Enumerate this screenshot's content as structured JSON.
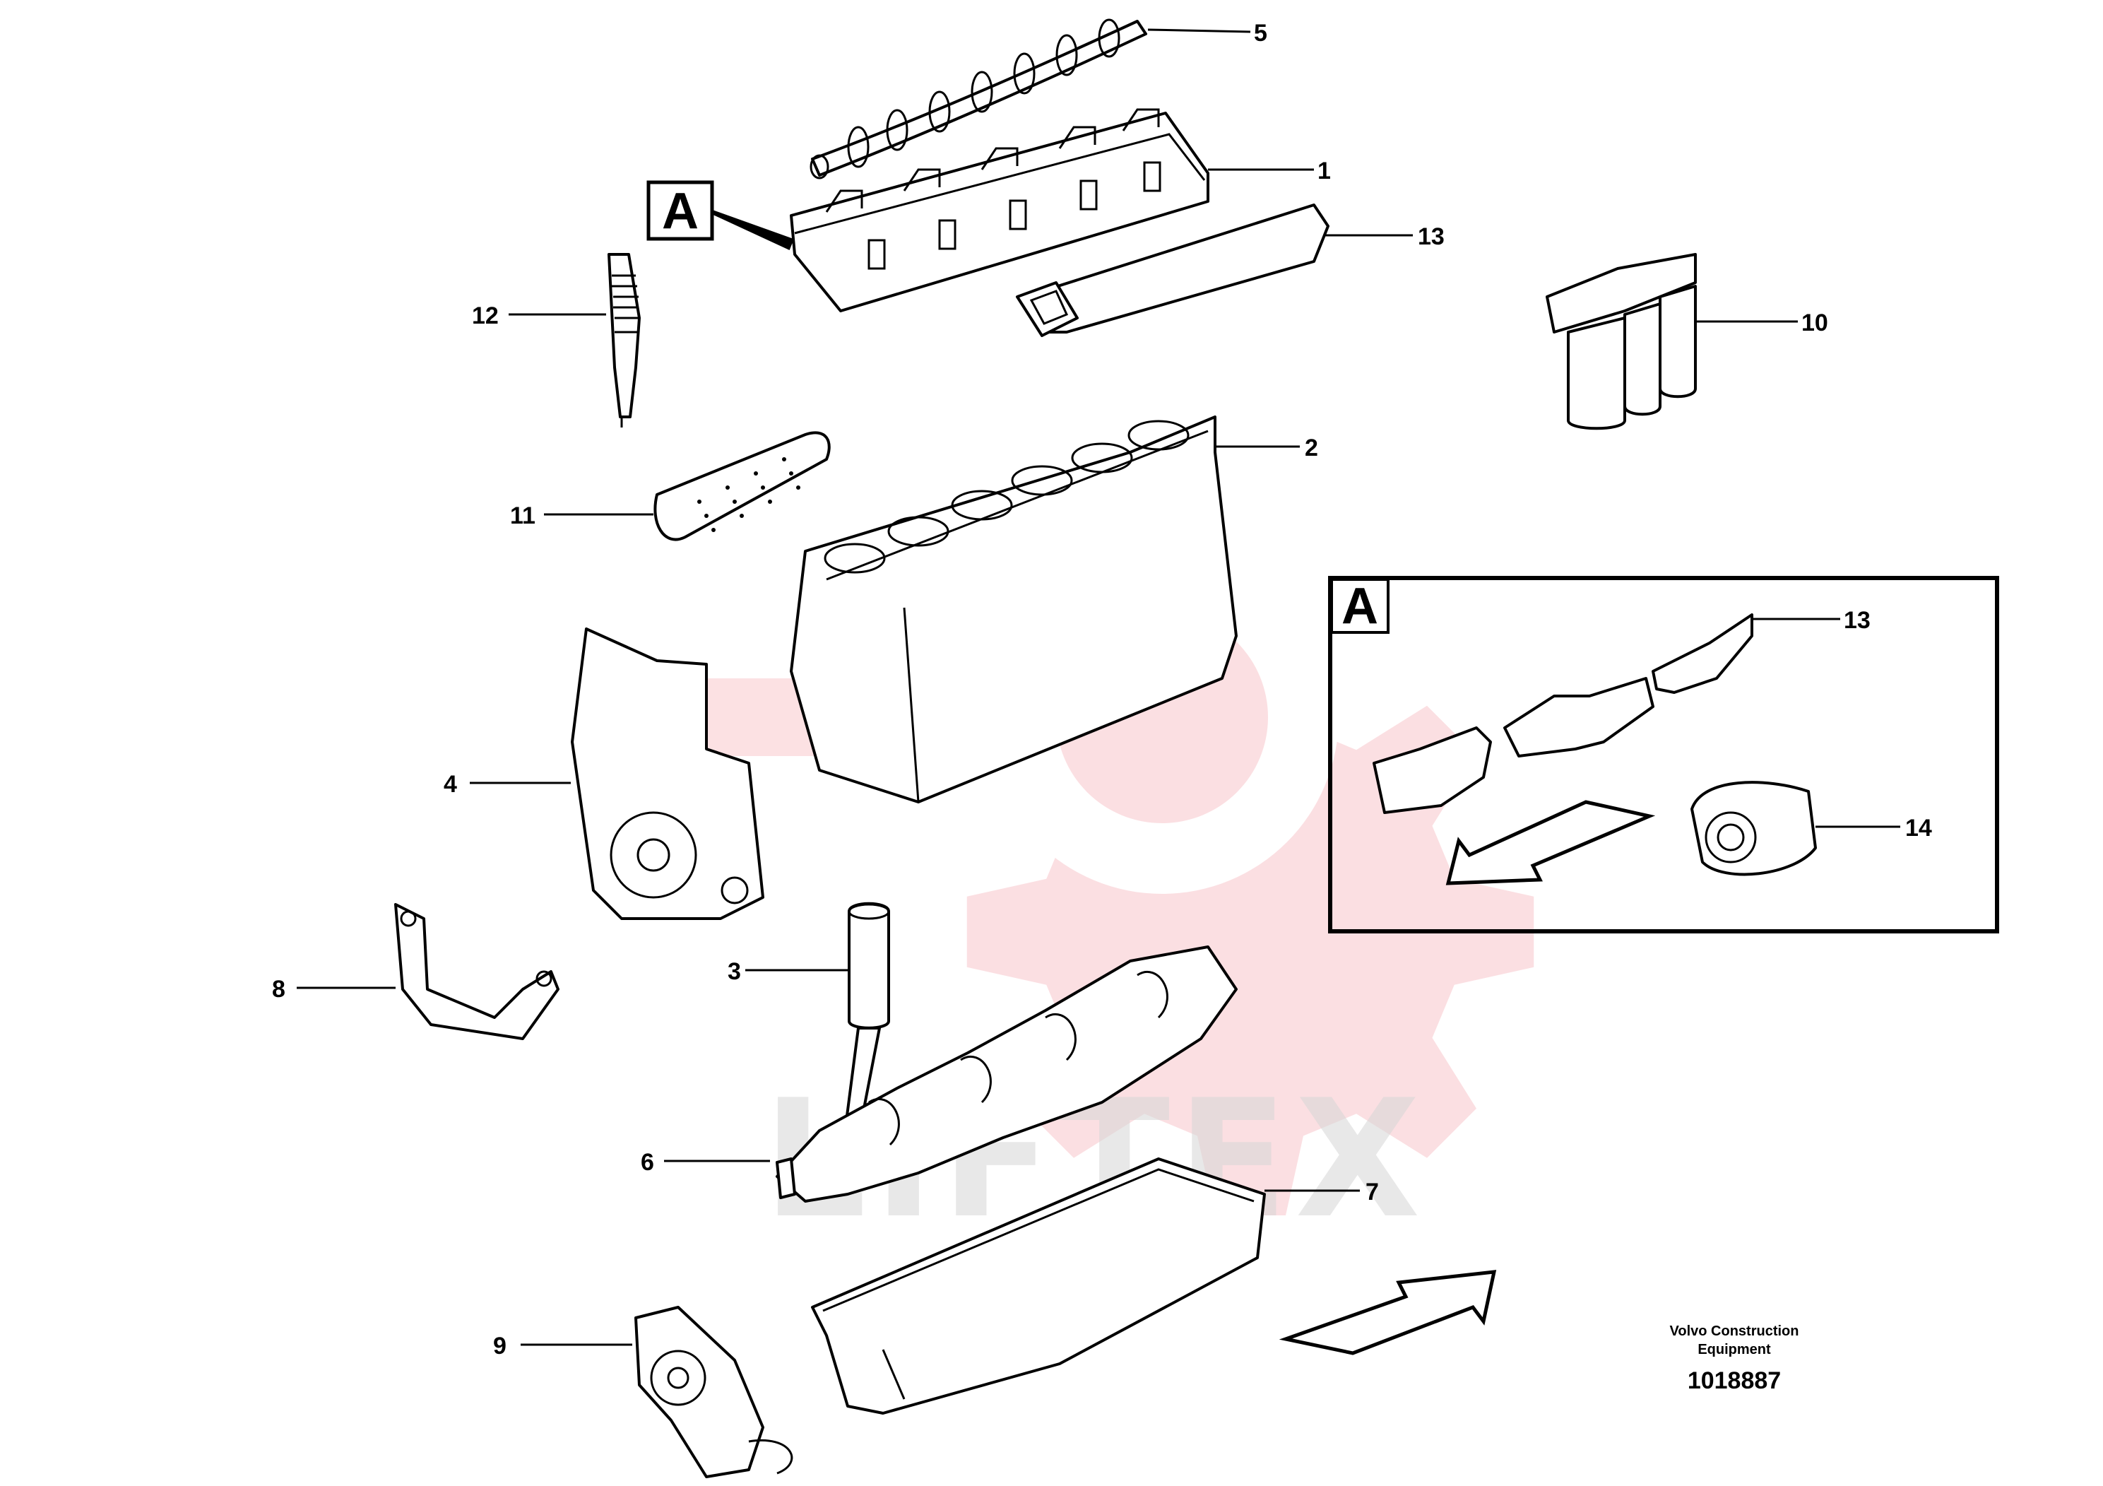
{
  "diagram": {
    "watermark": "LIFTEX",
    "detail_view": {
      "box_letter": "A",
      "view_key_letter": "A",
      "labels": [
        "13",
        "14"
      ]
    },
    "part_labels": [
      "1",
      "2",
      "3",
      "4",
      "5",
      "6",
      "7",
      "8",
      "9",
      "10",
      "11",
      "12",
      "13"
    ],
    "caption": {
      "company_line1": "Volvo Construction",
      "company_line2": "Equipment",
      "number": "1018887"
    },
    "colors": {
      "line": "#000000",
      "watermark_red": "#e8283b",
      "watermark_gray": "#d6d6d6"
    }
  }
}
